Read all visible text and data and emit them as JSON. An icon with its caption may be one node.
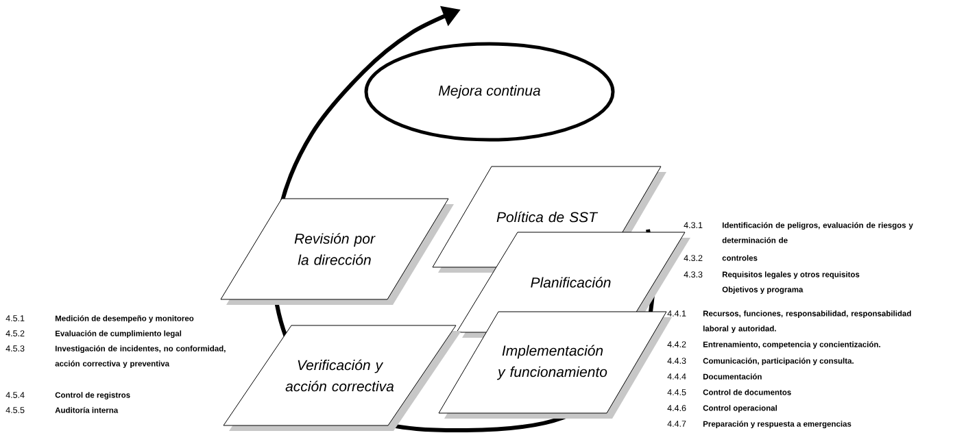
{
  "diagram": {
    "nodes": [
      {
        "text": [
          "Mejora continua"
        ]
      },
      {
        "text": [
          "Revisión por la dirección"
        ]
      },
      {
        "text": [
          "Política de SST"
        ]
      },
      {
        "text": [
          "Planificación"
        ]
      },
      {
        "text": [
          "Verificación y acción correctiva"
        ]
      },
      {
        "text": [
          "Implementación y funcionamiento"
        ]
      }
    ],
    "labels": [
      "4.3.1",
      "Identificación de peligros, evaluación de riesgos y determinación de",
      "4.3.2",
      "controles",
      "4.3.3",
      "Requisitos legales y otros requisitos",
      "Objetivos y programa",
      "4.5.1",
      "Medición de desempeño y monitoreo",
      "4.5.2",
      "Evaluación de cumplimiento legal",
      "4.5.3",
      "Investigación de incidentes, no conformidad, acción correctiva y preventiva",
      "4.5.4",
      "Control de registros",
      "4.5.5",
      "Auditoría interna",
      "4.4.1",
      "Recursos, funciones, responsabilidad, responsabilidad laboral y autoridad.",
      "4.4.2",
      "Entrenamiento, competencia y concientización.",
      "4.4.3",
      "Comunicación, participación y consulta.",
      "4.4.4",
      "Documentación",
      "4.4.5",
      "Control de documentos",
      "4.4.6",
      "Control operacional",
      "4.4.7",
      "Preparación y respuesta a emergencias"
    ]
  }
}
